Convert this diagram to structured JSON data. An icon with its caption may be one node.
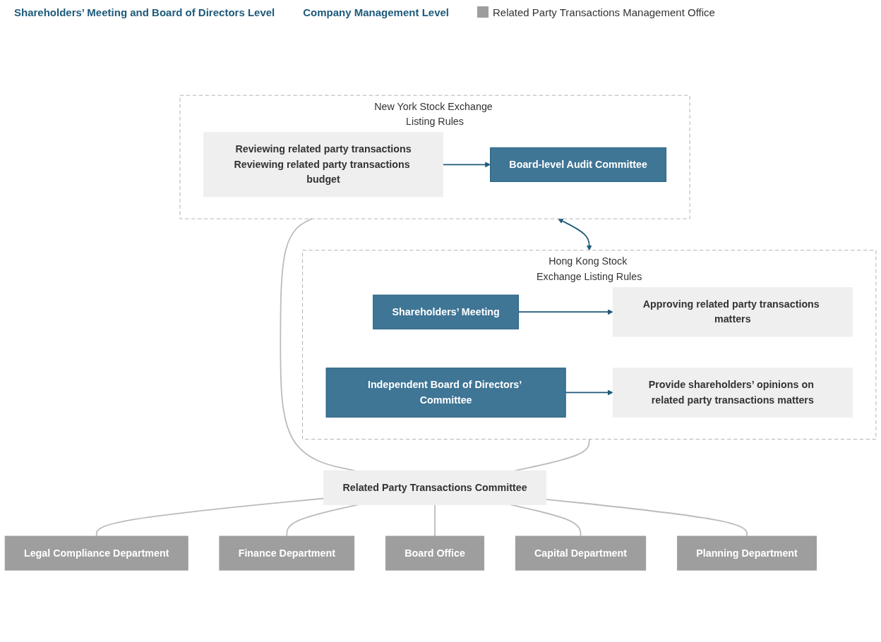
{
  "diagram": {
    "nodes": [
      {
        "text": [
          "New York Stock Exchange Listing Rules"
        ]
      },
      {
        "text": [
          "Board-level Audit Committee"
        ],
        "in": 0
      },
      {
        "text": [
          "Reviewing related party transactions",
          "Reviewing related party transactions budget"
        ],
        "in": 0
      },
      {
        "text": [
          "Hong Kong Stock Exchange Listing Rules"
        ]
      },
      {
        "text": [
          "Shareholders’ Meeting"
        ],
        "in": 3
      },
      {
        "text": [
          "Approving related party transactions matters"
        ],
        "in": 3
      },
      {
        "text": [
          "Independent Board of Directors’ Committee"
        ],
        "in": 3
      },
      {
        "text": [
          "Provide shareholders’ opinions on related party transactions matters"
        ],
        "in": 3
      },
      {
        "text": [
          "Related Party Transactions Committee"
        ]
      },
      {
        "text": [
          "Legal Compliance Department"
        ]
      },
      {
        "text": [
          "Finance Department"
        ]
      },
      {
        "text": [
          "Board Office"
        ]
      },
      {
        "text": [
          "Capital Department"
        ]
      },
      {
        "text": [
          "Planning Department"
        ]
      }
    ],
    "edges": [
      {
        "from": 2,
        "to": 1,
        "arrow": "to",
        "color": "#1d5a7a"
      },
      {
        "from": 0,
        "to": 3,
        "arrow": "both",
        "color": "#1d5a7a"
      },
      {
        "from": 4,
        "to": 5,
        "arrow": "to",
        "color": "#1d5a7a"
      },
      {
        "from": 6,
        "to": 7,
        "arrow": "to",
        "color": "#1d5a7a"
      },
      {
        "from": 0,
        "to": 8,
        "arrow": "none"
      },
      {
        "from": 3,
        "to": 8,
        "arrow": "none"
      },
      {
        "from": 8,
        "to": 9,
        "arrow": "none"
      },
      {
        "from": 8,
        "to": 10,
        "arrow": "none"
      },
      {
        "from": 8,
        "to": 11,
        "arrow": "none"
      },
      {
        "from": 8,
        "to": 12,
        "arrow": "none"
      },
      {
        "from": 8,
        "to": 13,
        "arrow": "none"
      }
    ],
    "labels": [
      "Shareholders’ Meeting and Board of Directors Level",
      "Company Management Level"
    ],
    "legend": [
      {
        "text": "Related Party Transactions Management Office",
        "color": "#9e9e9e"
      }
    ]
  }
}
